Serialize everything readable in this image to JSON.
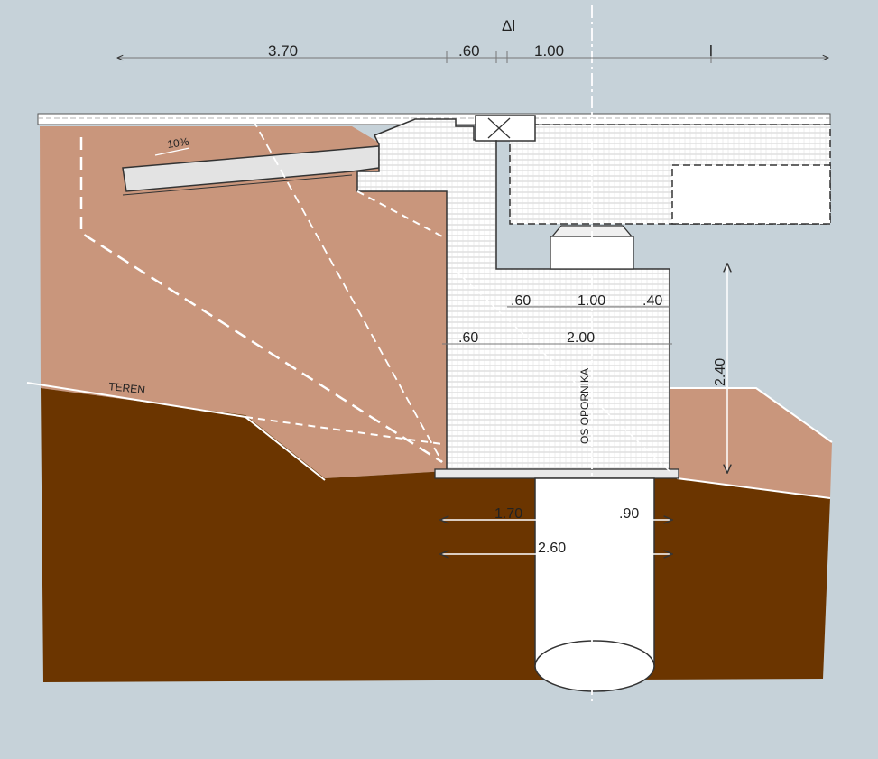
{
  "drawing": {
    "colors": {
      "background": "#c6d2d9",
      "fill_soil": "#c9967c",
      "natural_ground": "#6b3500",
      "concrete": "#ffffff",
      "hatch": "#c8c8c8",
      "line": "#333333"
    },
    "top_dimensions": {
      "cantilever": "3.70",
      "wall": ".60",
      "joint": "Δl",
      "bearing_offset": "1.00",
      "span": "l"
    },
    "slope_label": "10%",
    "ground_label": "TEREN",
    "abutment_axis_label": "OS OPORNIKA",
    "seat_dimensions": {
      "left": ".60",
      "middle": "1.00",
      "right": ".40"
    },
    "base_dimensions": {
      "left": ".60",
      "right": "2.00"
    },
    "height_dimension": "2.40",
    "pile_dimensions": {
      "left": "1.70",
      "right": ".90",
      "total": "2.60"
    }
  }
}
